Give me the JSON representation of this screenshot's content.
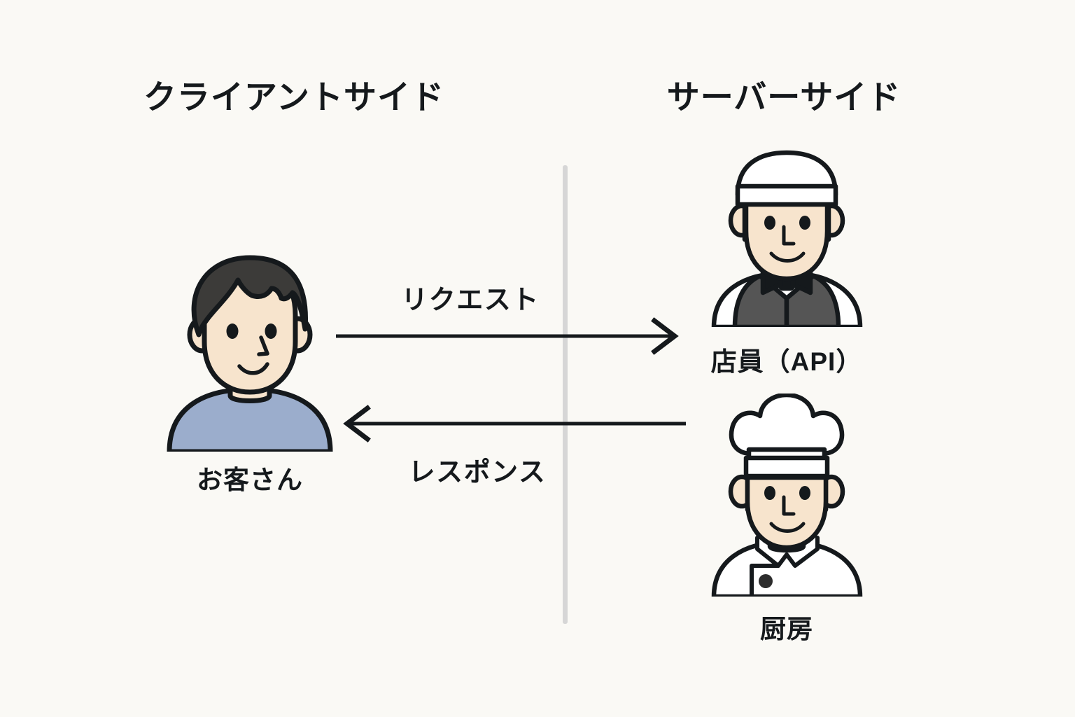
{
  "diagram": {
    "background_color": "#faf9f5",
    "ink_color": "#15191c",
    "divider_color": "#d6d6d6",
    "columns": {
      "client": {
        "title": "クライアントサイド"
      },
      "server": {
        "title": "サーバーサイド"
      }
    },
    "arrows": [
      {
        "name": "request",
        "label": "リクエスト",
        "direction": "right",
        "from": "client",
        "to": "server"
      },
      {
        "name": "response",
        "label": "レスポンス",
        "direction": "left",
        "from": "server",
        "to": "client"
      }
    ],
    "figures": [
      {
        "name": "customer",
        "caption": "お客さん",
        "side": "client",
        "skin_color": "#f7e4cd",
        "hair_color": "#3c3b39",
        "clothing_color": "#9badcc"
      },
      {
        "name": "waiter",
        "caption": "店員（API）",
        "side": "server",
        "skin_color": "#f7e4cd",
        "hair_color": "#3c3b39",
        "clothing_color": "#555555",
        "hat": "white-pillbox-cap",
        "accessory": "black-bow-tie"
      },
      {
        "name": "chef",
        "caption": "厨房",
        "side": "server",
        "skin_color": "#f7e4cd",
        "hair_color": "#3c3b39",
        "clothing_color": "#ffffff",
        "hat": "white-chef-toque",
        "accessory": "black-button"
      }
    ]
  }
}
